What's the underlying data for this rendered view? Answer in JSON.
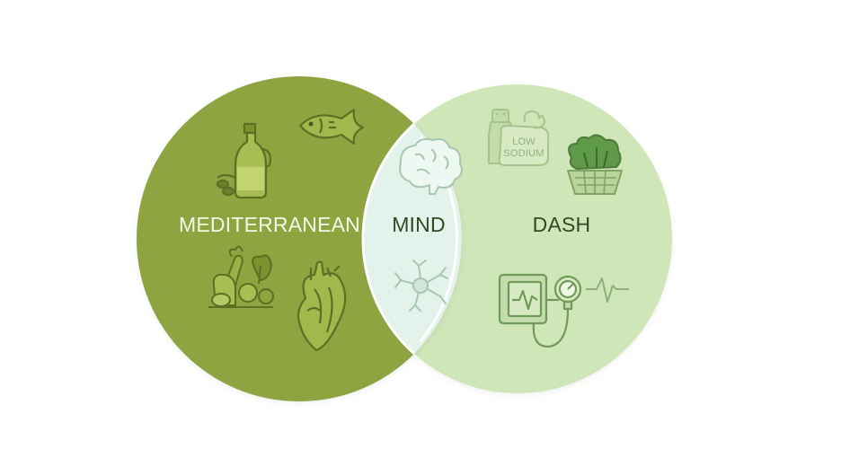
{
  "diagram": {
    "left_circle": {
      "label": "MEDITERRANEAN",
      "fill": "#8ea43f",
      "label_color": "#f4f7e6",
      "icons": [
        "olive-oil-bottle-icon",
        "fish-icon",
        "vegetables-icon",
        "heart-icon"
      ]
    },
    "right_circle": {
      "label": "DASH",
      "fill": "#cfe6b9",
      "label_color": "#2e4a24",
      "icons": [
        "salt-shaker-icon",
        "low-sodium-badge-icon",
        "salad-basket-icon",
        "blood-pressure-monitor-icon",
        "heartbeat-line-icon"
      ],
      "badge_text_line1": "LOW",
      "badge_text_line2": "SODIUM"
    },
    "overlap": {
      "label": "MIND",
      "fill": "#e3f3ec",
      "label_color": "#2e4a24",
      "icons": [
        "brain-icon",
        "neuron-icon"
      ]
    }
  }
}
